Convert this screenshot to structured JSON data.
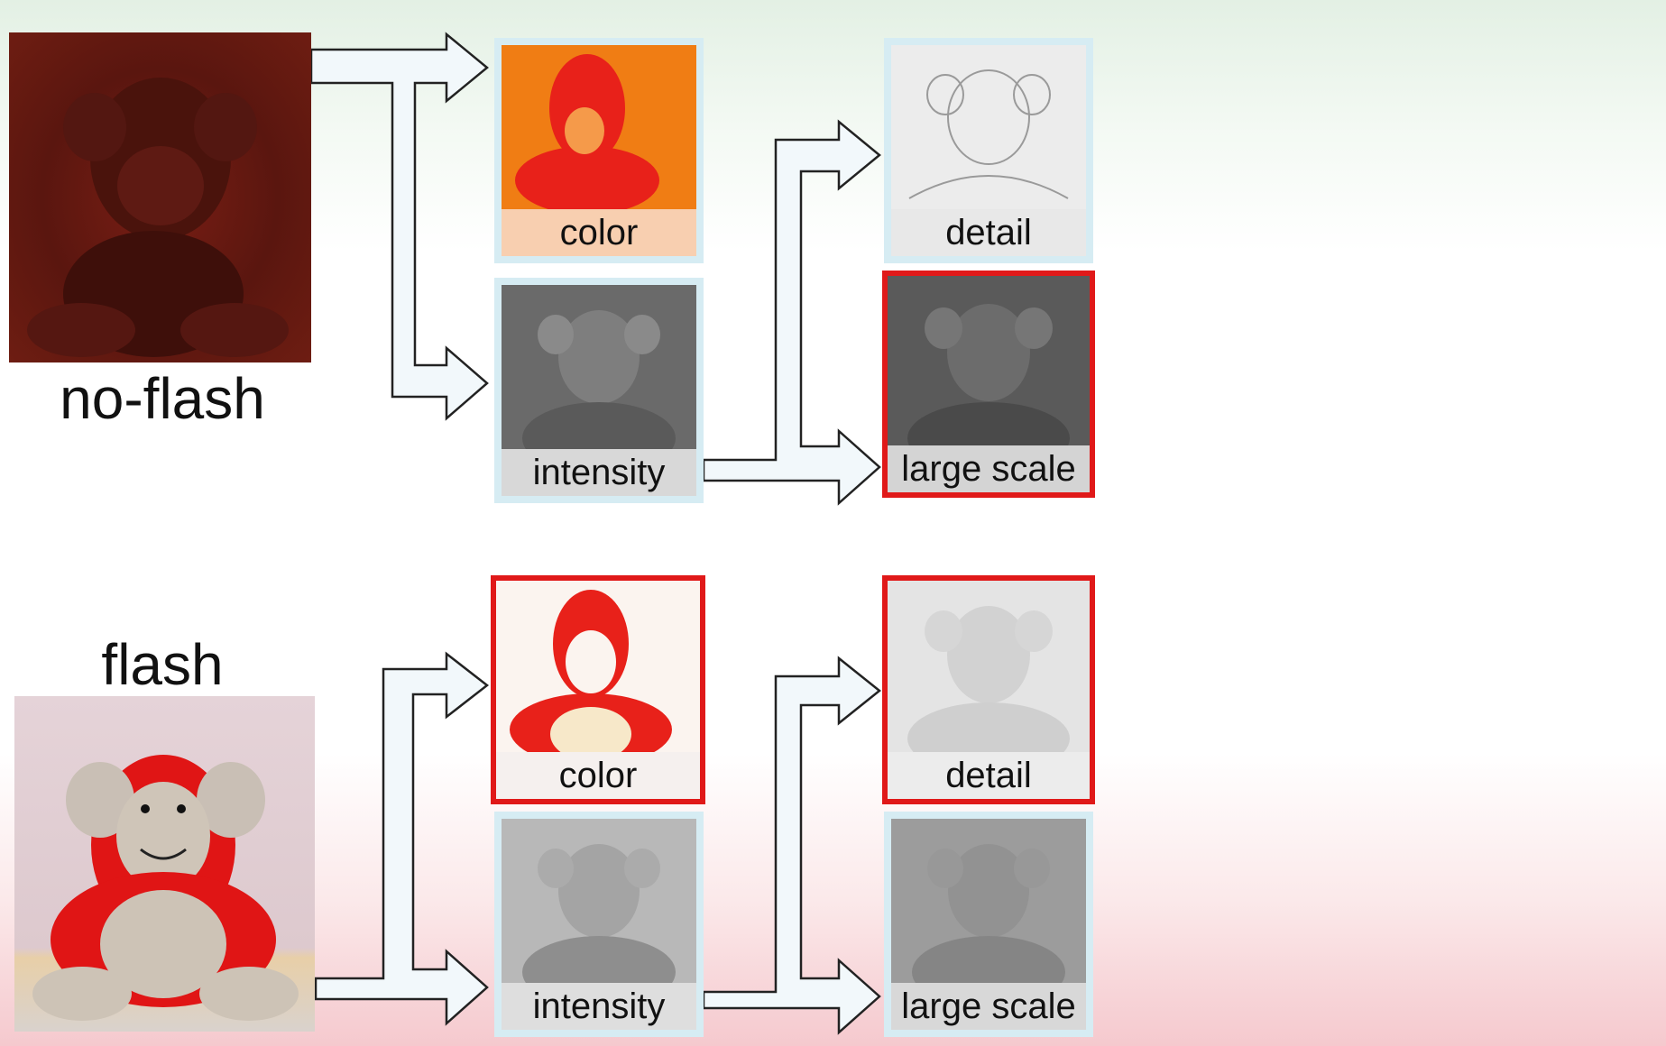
{
  "rows": [
    {
      "source_label": "no-flash",
      "tiles": {
        "color": {
          "label": "color"
        },
        "intensity": {
          "label": "intensity"
        },
        "detail": {
          "label": "detail"
        },
        "large_scale": {
          "label": "large scale"
        }
      }
    },
    {
      "source_label": "flash",
      "tiles": {
        "color": {
          "label": "color"
        },
        "intensity": {
          "label": "intensity"
        },
        "detail": {
          "label": "detail"
        },
        "large_scale": {
          "label": "large scale"
        }
      }
    }
  ],
  "colors": {
    "highlight": "#e01919",
    "tile_border": "#d6ecf3",
    "arrow_fill": "#f2f8fb",
    "arrow_stroke": "#222222"
  },
  "highlighted_tiles": [
    "no-flash large scale",
    "flash color",
    "flash detail"
  ]
}
